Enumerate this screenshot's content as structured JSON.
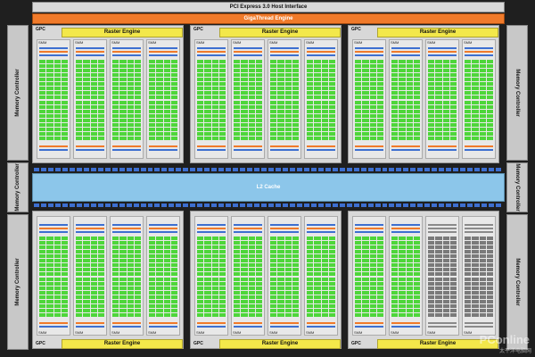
{
  "header": {
    "pcie": "PCI Express 3.0 Host Interface",
    "gigathread": "GigaThread Engine"
  },
  "memory_controller_label": "Memory Controller",
  "l2_label": "L2 Cache",
  "gpc_label": "GPC",
  "raster_label": "Raster Engine",
  "sm_label": "SMM",
  "colors": {
    "core_active": "#4ed63a",
    "core_disabled": "#7a7a7a",
    "l2": "#8cc6ea",
    "gigathread": "#f07a2a",
    "raster": "#f3e84a"
  },
  "watermark": {
    "brand": "PConline",
    "site": "太平洋电脑网"
  },
  "disabled_gpc_index": 5,
  "disabled_sm_indices": [
    2,
    3
  ]
}
